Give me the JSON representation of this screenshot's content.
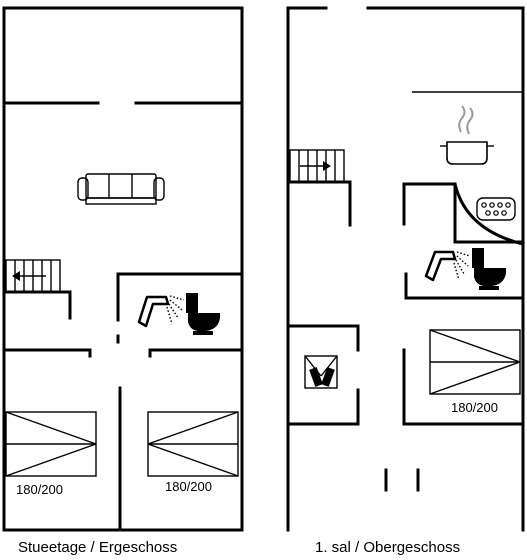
{
  "floors": [
    {
      "label": "Stueetage / Ergeschoss",
      "beds": [
        "180/200",
        "180/200"
      ]
    },
    {
      "label": "1. sal / Obergeschoss",
      "beds": [
        "180/200"
      ]
    }
  ],
  "icons": [
    "sofa-icon",
    "stairs-icon",
    "shower-icon",
    "toilet-icon",
    "bed-icon",
    "cooking-pot-icon",
    "hob-icon",
    "washing-machine-icon"
  ]
}
